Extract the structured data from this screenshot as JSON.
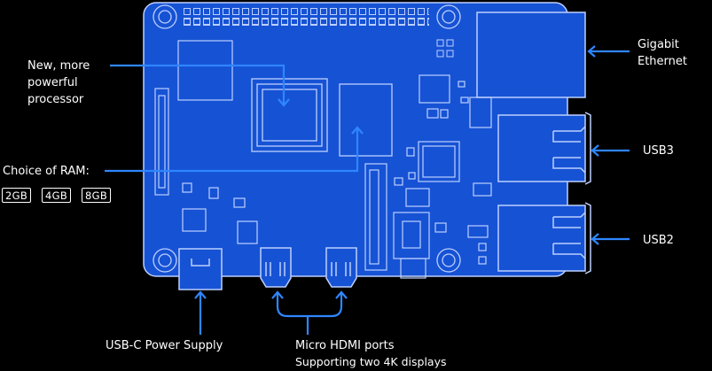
{
  "labels": {
    "processor": [
      "New, more",
      "powerful",
      "processor"
    ],
    "ram_heading": "Choice of RAM:",
    "ram_options": [
      "2GB",
      "4GB",
      "8GB"
    ],
    "ethernet": [
      "Gigabit",
      "Ethernet"
    ],
    "usb3": "USB3",
    "usb2": "USB2",
    "power": "USB-C Power Supply",
    "hdmi": "Micro HDMI ports",
    "hdmi_sub": "Supporting two 4K displays"
  },
  "colors": {
    "board": "#1652d4",
    "board_line": "#bcd0ff",
    "callout": "#2f86ff",
    "background": "#000000",
    "text": "#ffffff"
  }
}
